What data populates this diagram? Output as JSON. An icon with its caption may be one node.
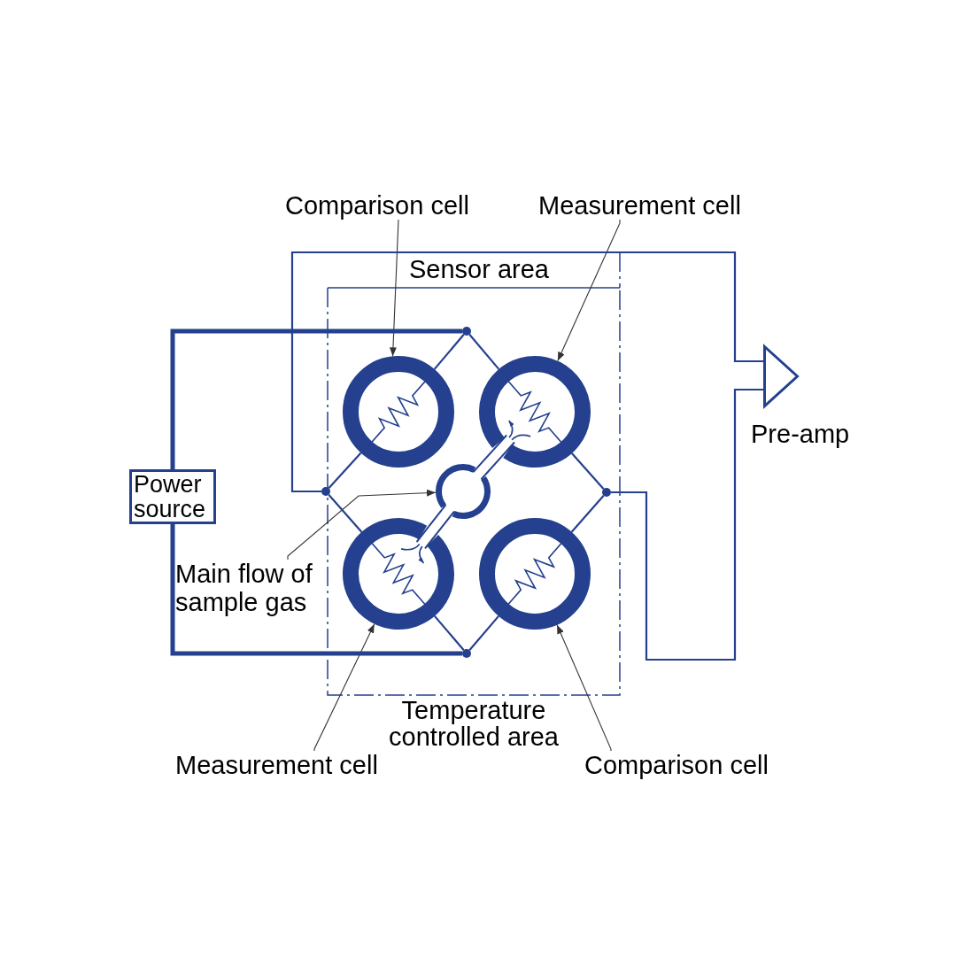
{
  "diagram": {
    "nodes": [
      {
        "text": [
          "Temperature controlled area"
        ]
      },
      {
        "text": [
          "Power source"
        ]
      },
      {
        "text": [],
        "shape": "triangle",
        "beside": [
          "Pre-amp"
        ]
      },
      {
        "text": [],
        "shape": "circle",
        "in": 0
      },
      {
        "text": [],
        "shape": "circle",
        "in": 0
      },
      {
        "text": [],
        "shape": "circle",
        "in": 0
      },
      {
        "text": [],
        "shape": "circle",
        "in": 0
      },
      {
        "text": [],
        "shape": "circle",
        "in": 0
      },
      {
        "text": [],
        "shape": "dot",
        "in": 0
      },
      {
        "text": [],
        "shape": "dot"
      },
      {
        "text": [],
        "shape": "dot",
        "in": 0
      },
      {
        "text": [],
        "shape": "dot",
        "in": 0
      },
      {
        "text": [
          "Comparison cell"
        ]
      },
      {
        "text": [
          "Measurement cell"
        ]
      },
      {
        "text": [
          "Main flow of sample gas"
        ]
      },
      {
        "text": [
          "Measurement cell"
        ]
      },
      {
        "text": [
          "Comparison cell"
        ]
      }
    ],
    "edges": [
      {
        "from": 12,
        "to": 3,
        "arrow": "to",
        "color": "#333333"
      },
      {
        "from": 13,
        "to": 4,
        "arrow": "to",
        "color": "#333333"
      },
      {
        "from": 14,
        "to": 7,
        "arrow": "to",
        "color": "#333333"
      },
      {
        "from": 15,
        "to": 5,
        "arrow": "to",
        "color": "#333333"
      },
      {
        "from": 16,
        "to": 6,
        "arrow": "to",
        "color": "#333333"
      },
      {
        "from": 8,
        "to": 3,
        "arrow": "none"
      },
      {
        "from": 3,
        "to": 9,
        "arrow": "none"
      },
      {
        "from": 8,
        "to": 4,
        "arrow": "none"
      },
      {
        "from": 4,
        "to": 10,
        "arrow": "none"
      },
      {
        "from": 9,
        "to": 5,
        "arrow": "none"
      },
      {
        "from": 5,
        "to": 11,
        "arrow": "none"
      },
      {
        "from": 10,
        "to": 6,
        "arrow": "none"
      },
      {
        "from": 6,
        "to": 11,
        "arrow": "none"
      },
      {
        "from": 8,
        "to": 1,
        "arrow": "none",
        "style": "thick"
      },
      {
        "from": 1,
        "to": 11,
        "arrow": "none",
        "style": "thick"
      },
      {
        "from": 9,
        "to": 2,
        "arrow": "none"
      },
      {
        "from": 10,
        "to": 2,
        "arrow": "none"
      },
      {
        "from": 7,
        "to": 4,
        "arrow": "none"
      },
      {
        "from": 7,
        "to": 5,
        "arrow": "none"
      }
    ],
    "labels": [
      "Sensor area"
    ]
  }
}
